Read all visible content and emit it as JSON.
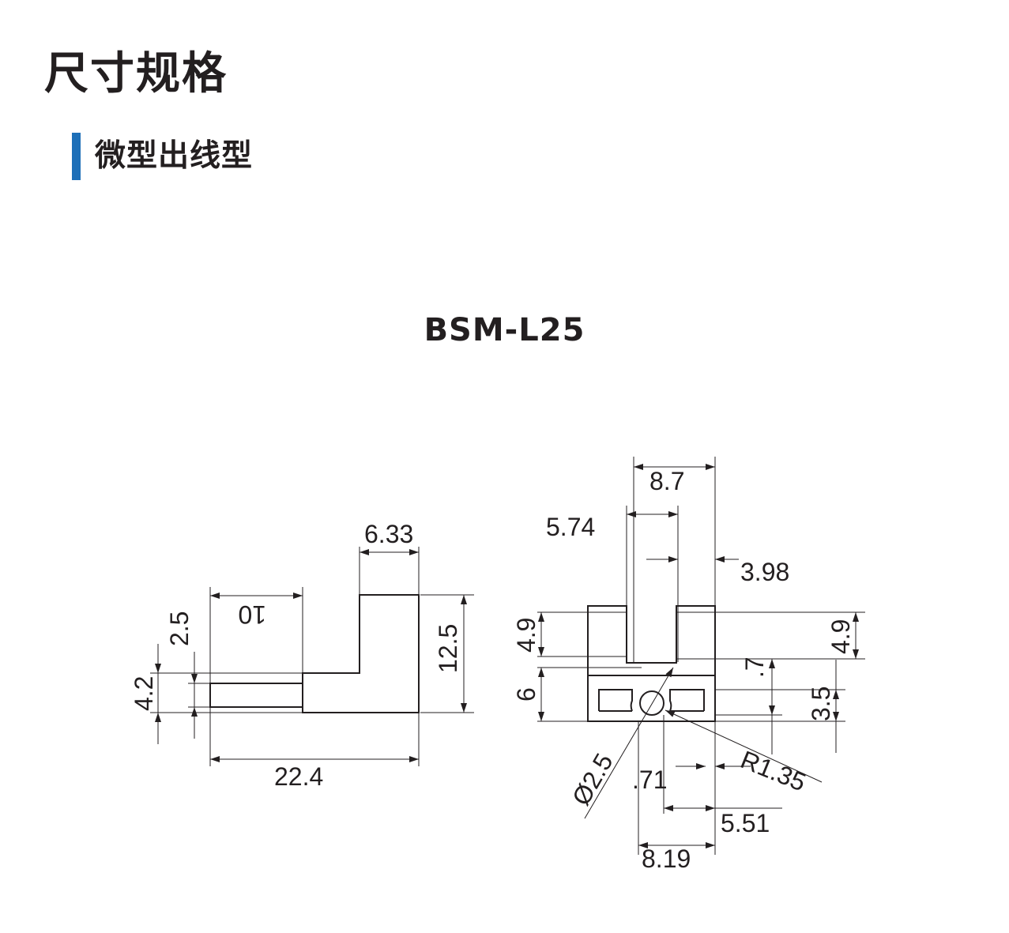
{
  "header": {
    "title": "尺寸规格"
  },
  "section": {
    "title": "微型出线型",
    "accent_color": "#1d6fb8"
  },
  "model": {
    "name": "BSM-L25"
  },
  "side_view": {
    "dims": {
      "top_width": "6.33",
      "offset": "10",
      "height": "12.5",
      "small_gap": "2.5",
      "cable_height": "4.2",
      "total_length": "22.4"
    }
  },
  "front_view": {
    "dims": {
      "overall_width": "8.7",
      "slot_left": "5.74",
      "slot_right": "3.98",
      "left_height": "4.9",
      "right_height": "4.9",
      "base_height": "6",
      "center_offset": ".7",
      "hole_height": "3.5",
      "hole_diameter": "Ø2.5",
      "radius": "R1.35",
      "small_offset": ".71",
      "lower_right": "5.51",
      "bottom_width": "8.19"
    }
  }
}
